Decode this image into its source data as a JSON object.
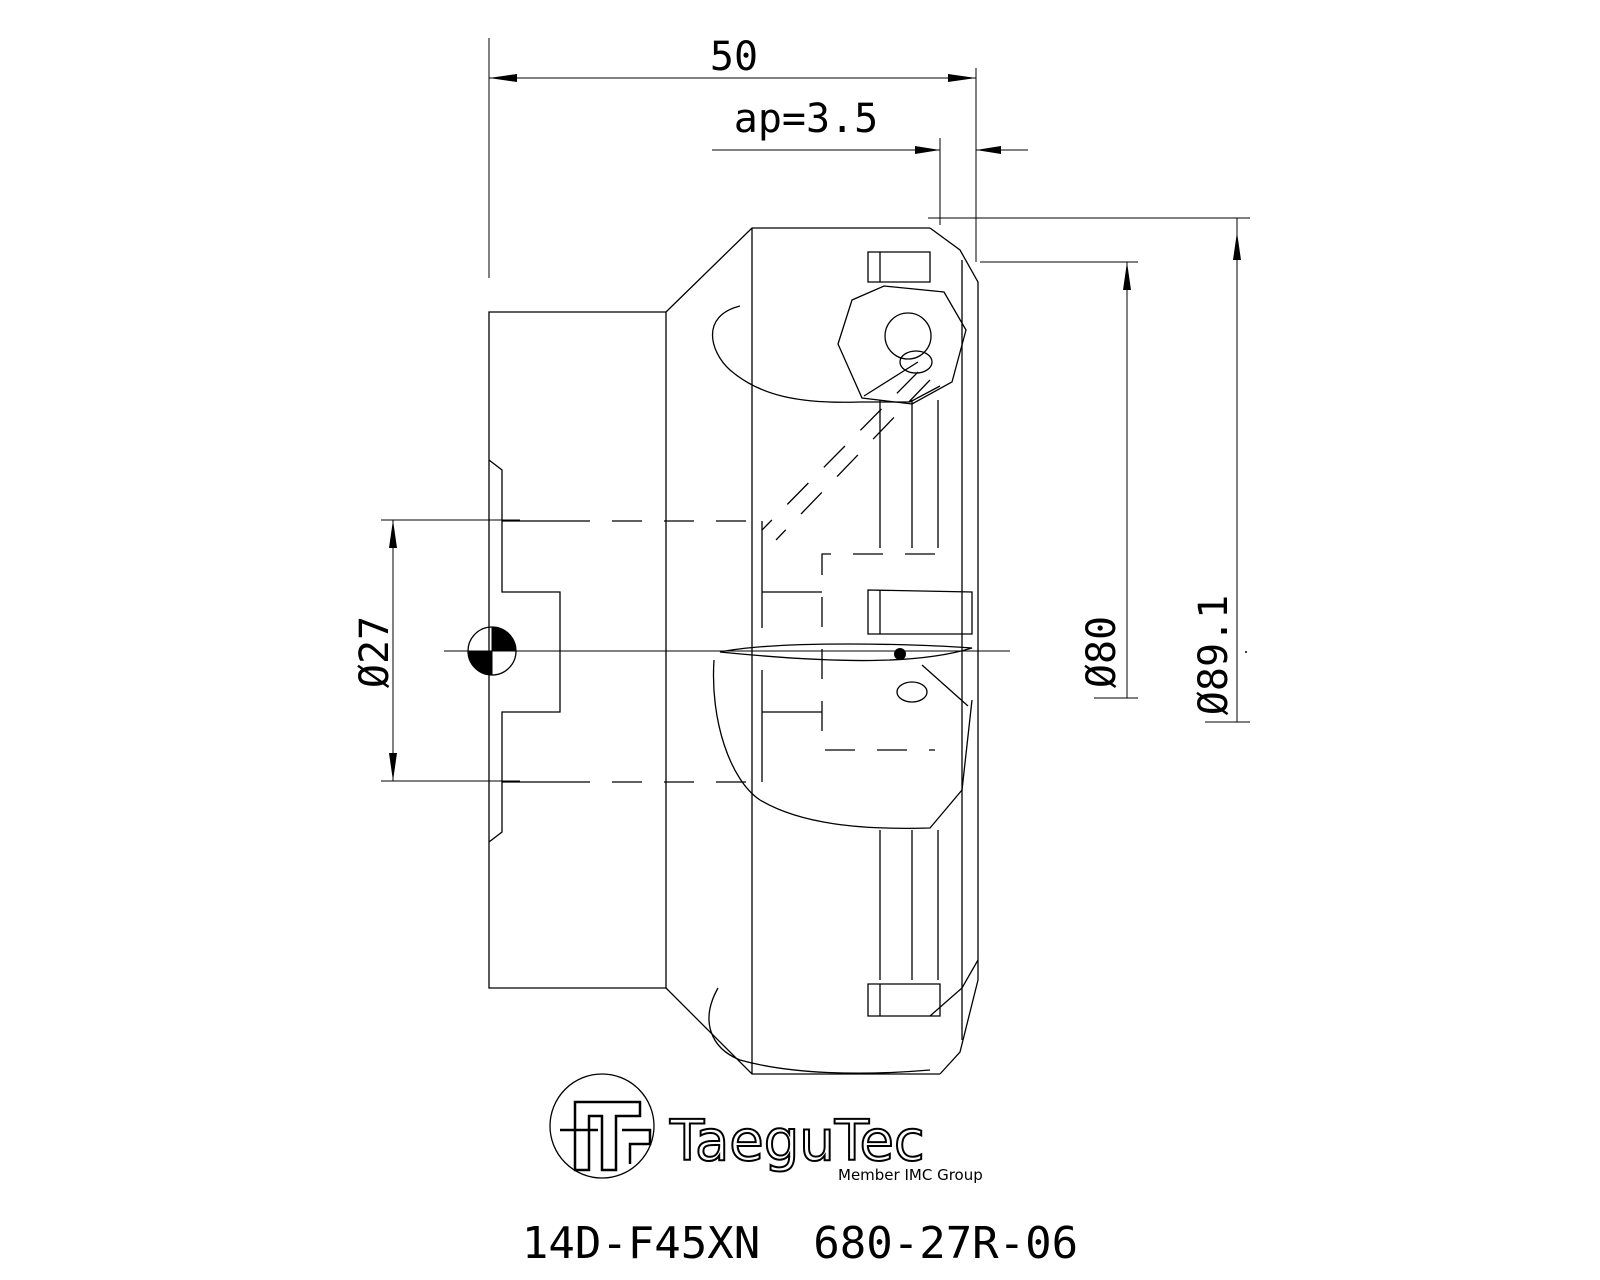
{
  "dimensions": {
    "overall_length": "50",
    "depth_of_cut": "ap=3.5",
    "bore_diameter": "Ø27",
    "body_diameter": "Ø80",
    "cutting_diameter": "Ø89.1"
  },
  "logo": {
    "brand": "TaeguTec",
    "tagline": "Member IMC Group"
  },
  "part_number": "14D-F45XN  680-27R-06"
}
